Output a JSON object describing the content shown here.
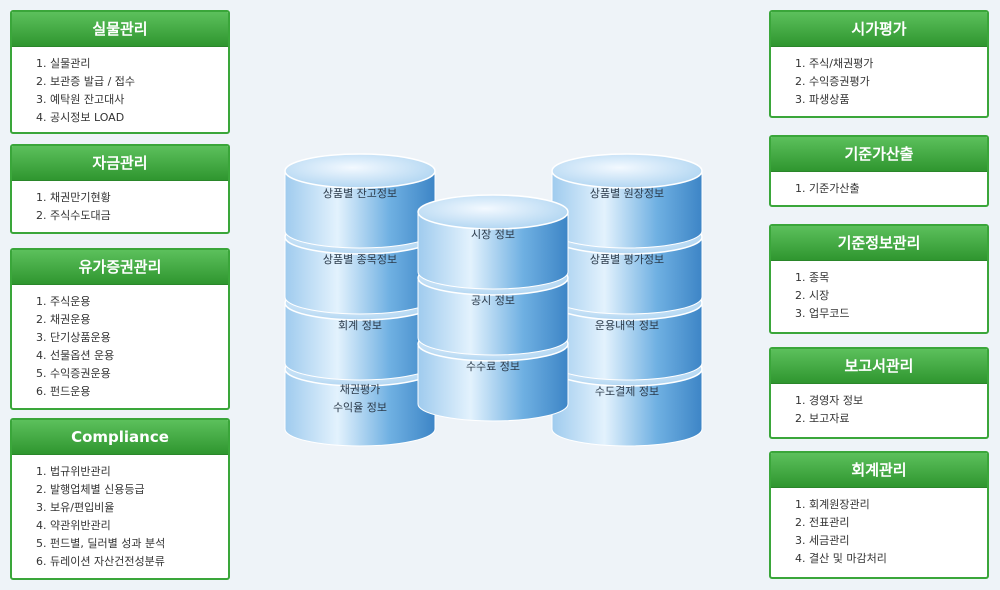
{
  "left_panels": [
    {
      "title": "실물관리",
      "items": [
        "실물관리",
        "보관증 발급 / 접수",
        "예탁원 잔고대사",
        "공시정보 LOAD"
      ]
    },
    {
      "title": "자금관리",
      "items": [
        "채권만기현황",
        "주식수도대금"
      ]
    },
    {
      "title": "유가증권관리",
      "items": [
        "주식운용",
        "채권운용",
        "단기상품운용",
        "선물옵션 운용",
        "수익증권운용",
        "펀드운용"
      ]
    },
    {
      "title": "Compliance",
      "items": [
        "법규위반관리",
        "발행업체별 신용등급",
        "보유/편입비율",
        "약관위반관리",
        "펀드별, 딜러별 성과 분석",
        "듀레이션 자산건전성분류"
      ]
    }
  ],
  "right_panels": [
    {
      "title": "시가평가",
      "items": [
        "주식/채권평가",
        "수익증권평가",
        "파생상품"
      ]
    },
    {
      "title": "기준가산출",
      "items": [
        "기준가산출"
      ]
    },
    {
      "title": "기준정보관리",
      "items": [
        "종목",
        "시장",
        "업무코드"
      ]
    },
    {
      "title": "보고서관리",
      "items": [
        "경영자 정보",
        "보고자료"
      ]
    },
    {
      "title": "회계관리",
      "items": [
        "회계원장관리",
        "전표관리",
        "세금관리",
        "결산 및 마감처리"
      ]
    }
  ],
  "databases": {
    "left": [
      [
        "상품별 잔고정보"
      ],
      [
        "상품별 종목정보"
      ],
      [
        "회계 정보"
      ],
      [
        "채권평가",
        "수익율 정보"
      ]
    ],
    "center": [
      [
        "시장 정보"
      ],
      [
        "공시 정보"
      ],
      [
        "수수료 정보"
      ]
    ],
    "right": [
      [
        "상품별 원장정보"
      ],
      [
        "상품별 평가정보"
      ],
      [
        "운용내역 정보"
      ],
      [
        "수도결제 정보"
      ]
    ]
  },
  "colors": {
    "panel_border": "#3aa63a",
    "panel_header": "#40a840",
    "cylinder": "#6aaee0"
  }
}
